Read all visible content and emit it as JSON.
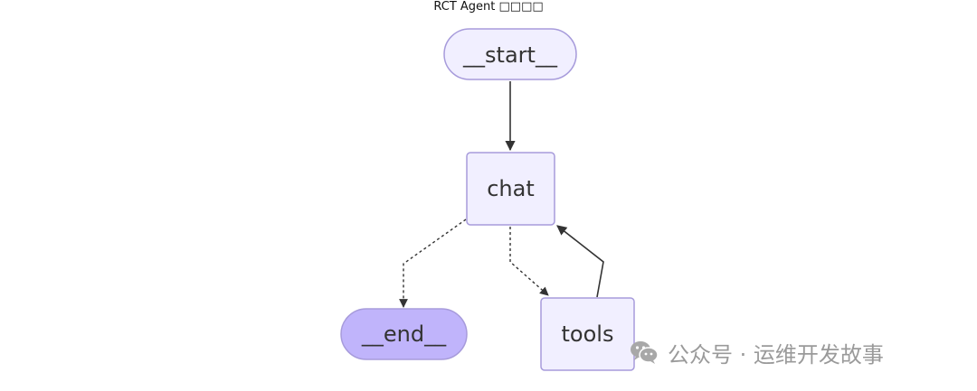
{
  "diagram": {
    "title": "RCT Agent □□□□",
    "nodes": {
      "start": "__start__",
      "chat": "chat",
      "end": "__end__",
      "tools": "tools"
    },
    "edges": [
      {
        "from": "__start__",
        "to": "chat",
        "style": "solid"
      },
      {
        "from": "chat",
        "to": "__end__",
        "style": "dashed"
      },
      {
        "from": "chat",
        "to": "tools",
        "style": "dashed"
      },
      {
        "from": "tools",
        "to": "chat",
        "style": "solid"
      }
    ],
    "colors": {
      "node_fill": "#f1efff",
      "node_stroke": "#a79bdb",
      "end_fill": "#c0b4fb",
      "edge": "#333333"
    }
  },
  "watermark": {
    "text": "公众号 · 运维开发故事",
    "icon": "wechat-icon"
  }
}
